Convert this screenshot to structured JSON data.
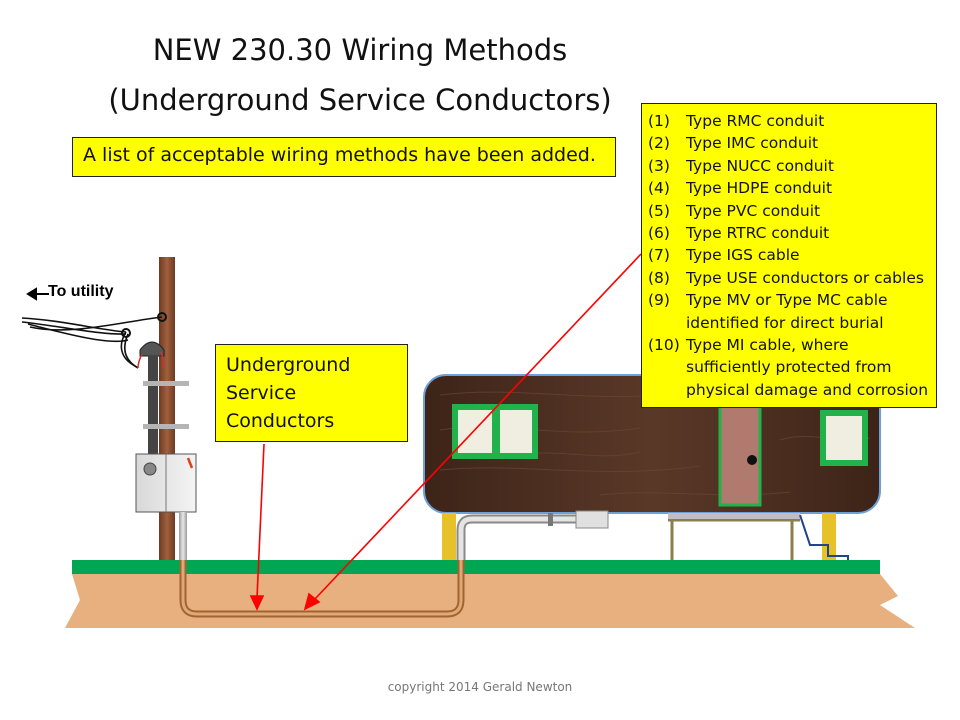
{
  "title": {
    "line1": "NEW 230.30  Wiring Methods",
    "line2": "(Underground  Service Conductors)"
  },
  "subtitle": "A list of acceptable wiring methods have been added.",
  "utility_label": "To utility",
  "conductor_label": [
    "Underground",
    "Service",
    "Conductors"
  ],
  "methods": [
    {
      "num": "(1)",
      "text": "Type RMC conduit"
    },
    {
      "num": "(2)",
      "text": "Type IMC conduit"
    },
    {
      "num": "(3)",
      "text": "Type NUCC conduit"
    },
    {
      "num": "(4)",
      "text": "Type HDPE conduit"
    },
    {
      "num": "(5)",
      "text": "Type PVC conduit"
    },
    {
      "num": "(6)",
      "text": "Type RTRC conduit"
    },
    {
      "num": "(7)",
      "text": "Type IGS cable"
    },
    {
      "num": "(8)",
      "text": "Type USE conductors or cables"
    },
    {
      "num": "(9)",
      "text": "Type MV or Type MC cable identified for direct burial"
    },
    {
      "num": "(10)",
      "text": "Type MI cable, where sufficiently protected from physical damage and corrosion"
    }
  ],
  "copyright": "copyright 2014 Gerald Newton",
  "colors": {
    "callout_fill": "#ffff00",
    "ground": "#e8b07e",
    "grass": "#00a651",
    "pole": "#8b4a2b",
    "house": "#4a2e1f",
    "window_frame": "#22b24c",
    "door": "#b07a6e",
    "arrow": "#ff0000"
  }
}
